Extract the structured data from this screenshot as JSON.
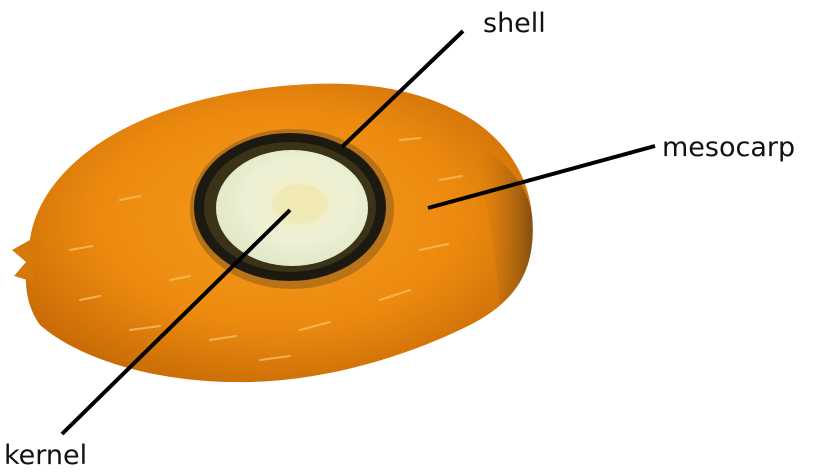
{
  "labels": {
    "shell": "shell",
    "mesocarp": "mesocarp",
    "kernel": "kernel"
  },
  "colors": {
    "mesocarp_orange": "#ee8a10",
    "mesocarp_dark": "#c96a05",
    "shell_dark": "#1c1a10",
    "kernel_cream": "#eef0d2",
    "leader_line": "#000000"
  }
}
